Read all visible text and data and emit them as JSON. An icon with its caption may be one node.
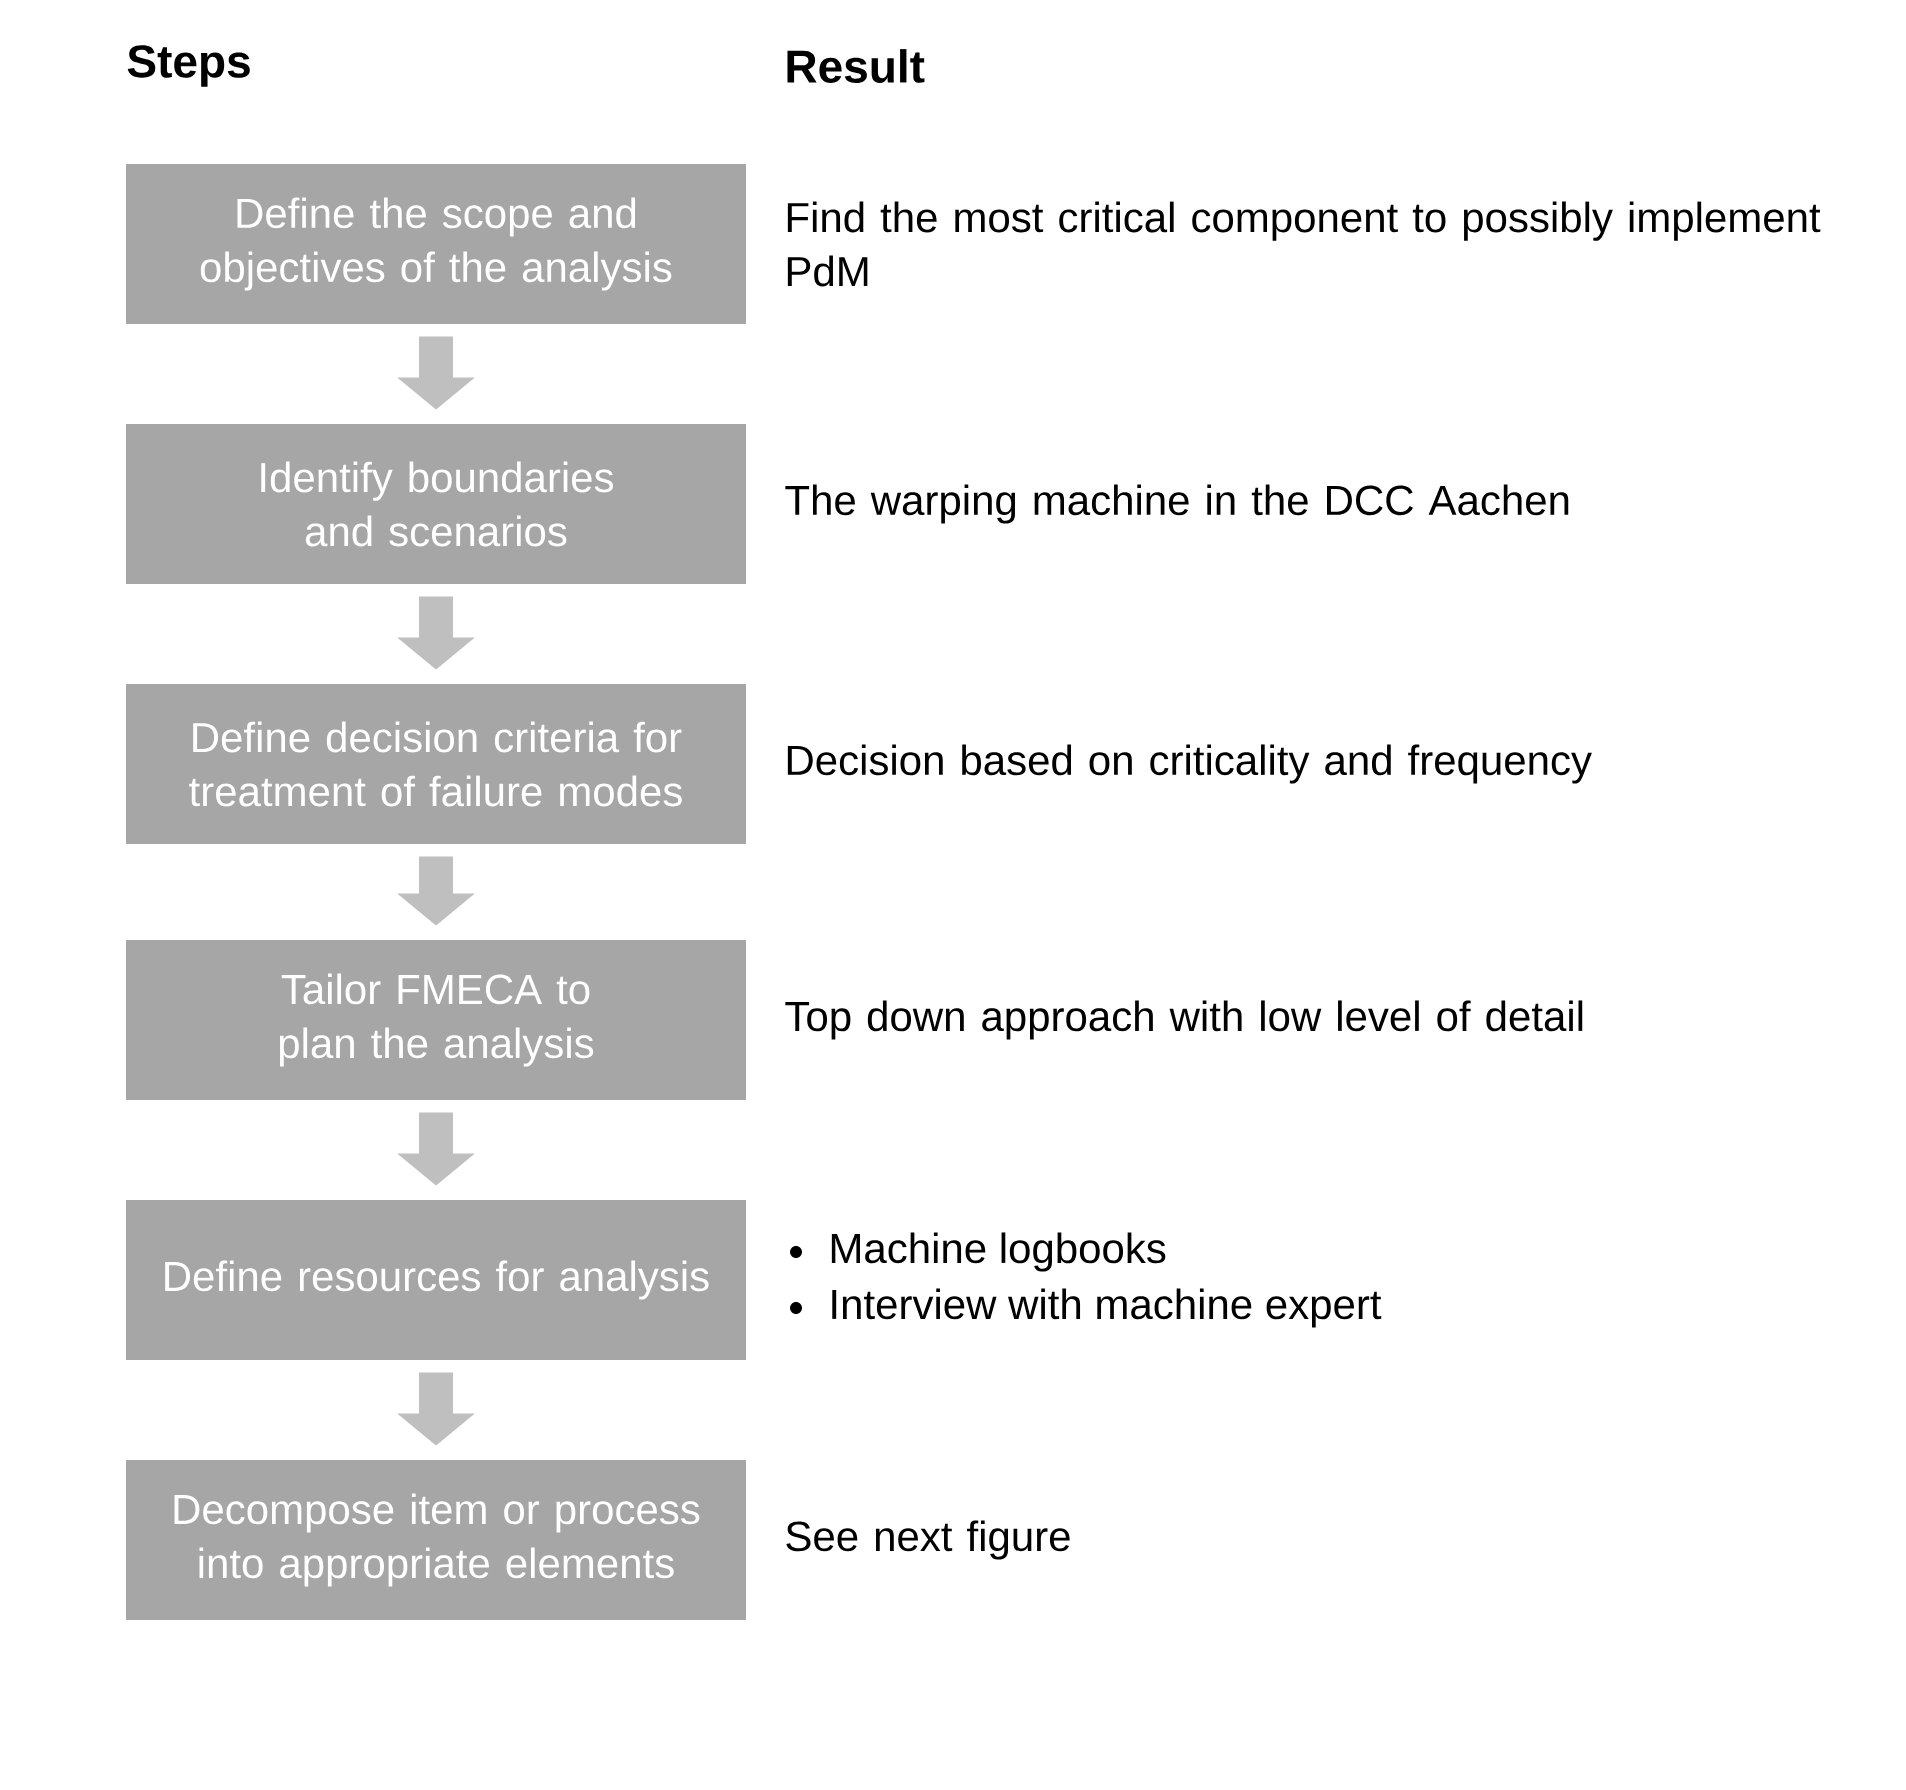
{
  "diagram": {
    "nodes": [
      {
        "text": [
          "Define the scope and objectives of the analysis"
        ],
        "beside": [
          "Find the most critical component to possibly implement PdM"
        ]
      },
      {
        "text": [
          "Identify boundaries and scenarios"
        ],
        "beside": [
          "The warping machine in the DCC Aachen"
        ]
      },
      {
        "text": [
          "Define decision criteria for treatment of failure modes"
        ],
        "beside": [
          "Decision based on criticality and frequency"
        ]
      },
      {
        "text": [
          "Tailor FMECA to plan the analysis"
        ],
        "beside": [
          "Top down approach with low level of detail"
        ]
      },
      {
        "text": [
          "Define resources for analysis"
        ],
        "beside": [
          "Machine logbooks",
          "Interview with machine expert"
        ]
      },
      {
        "text": [
          "Decompose item or process into appropriate elements"
        ],
        "beside": [
          "See next figure"
        ]
      }
    ],
    "edges": [
      {
        "from": 0,
        "to": 1,
        "arrow": "to"
      },
      {
        "from": 1,
        "to": 2,
        "arrow": "to"
      },
      {
        "from": 2,
        "to": 3,
        "arrow": "to"
      },
      {
        "from": 3,
        "to": 4,
        "arrow": "to"
      },
      {
        "from": 4,
        "to": 5,
        "arrow": "to"
      }
    ],
    "labels": [
      "Steps",
      "Result"
    ]
  }
}
